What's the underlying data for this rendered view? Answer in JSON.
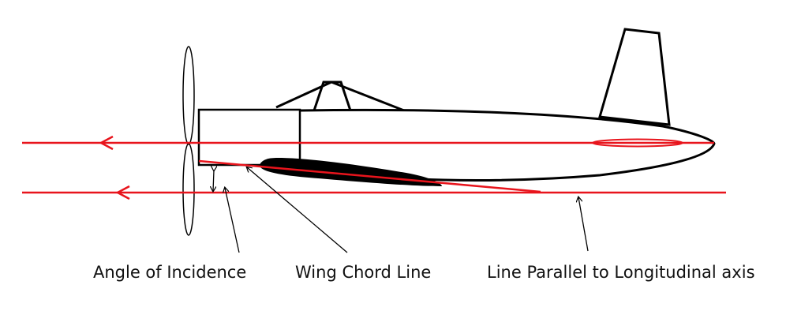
{
  "labels": {
    "angle_of_incidence": "Angle of Incidence",
    "wing_chord_line": "Wing Chord Line",
    "line_parallel": "Line Parallel to Longitudinal axis"
  },
  "colors": {
    "reference_lines": "#e8141c",
    "outline": "#000000",
    "background": "#ffffff"
  }
}
